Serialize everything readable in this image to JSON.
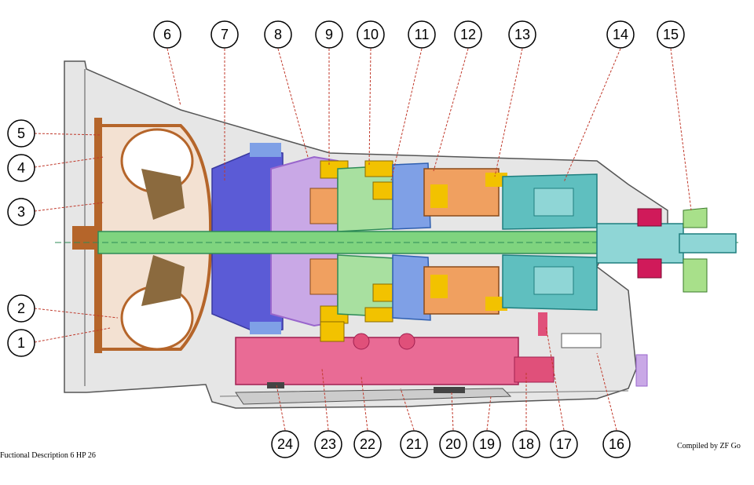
{
  "callouts": [
    "1",
    "2",
    "3",
    "4",
    "5",
    "6",
    "7",
    "8",
    "9",
    "10",
    "11",
    "12",
    "13",
    "14",
    "15",
    "16",
    "17",
    "18",
    "19",
    "20",
    "21",
    "22",
    "23",
    "24"
  ],
  "footer": {
    "left": "Fuctional Description 6 HP 26",
    "right": "Compiled by ZF Go"
  },
  "colors": {
    "torque_converter": "#b5652a",
    "housing_fill": "#e6e6e6",
    "pump_blue": "#5b5bd6",
    "shaft_green": "#7fd47f",
    "clutch_orange": "#f0a060",
    "clutch_yellow": "#f2c200",
    "planet_teal": "#5fbfbf",
    "valve_body_pink": "#e0507a",
    "bearing_magenta": "#d01a5a",
    "light_blue": "#7fa0e6",
    "light_green": "#a8e0a0",
    "purple": "#9966cc",
    "leader_red": "#c0392b"
  }
}
